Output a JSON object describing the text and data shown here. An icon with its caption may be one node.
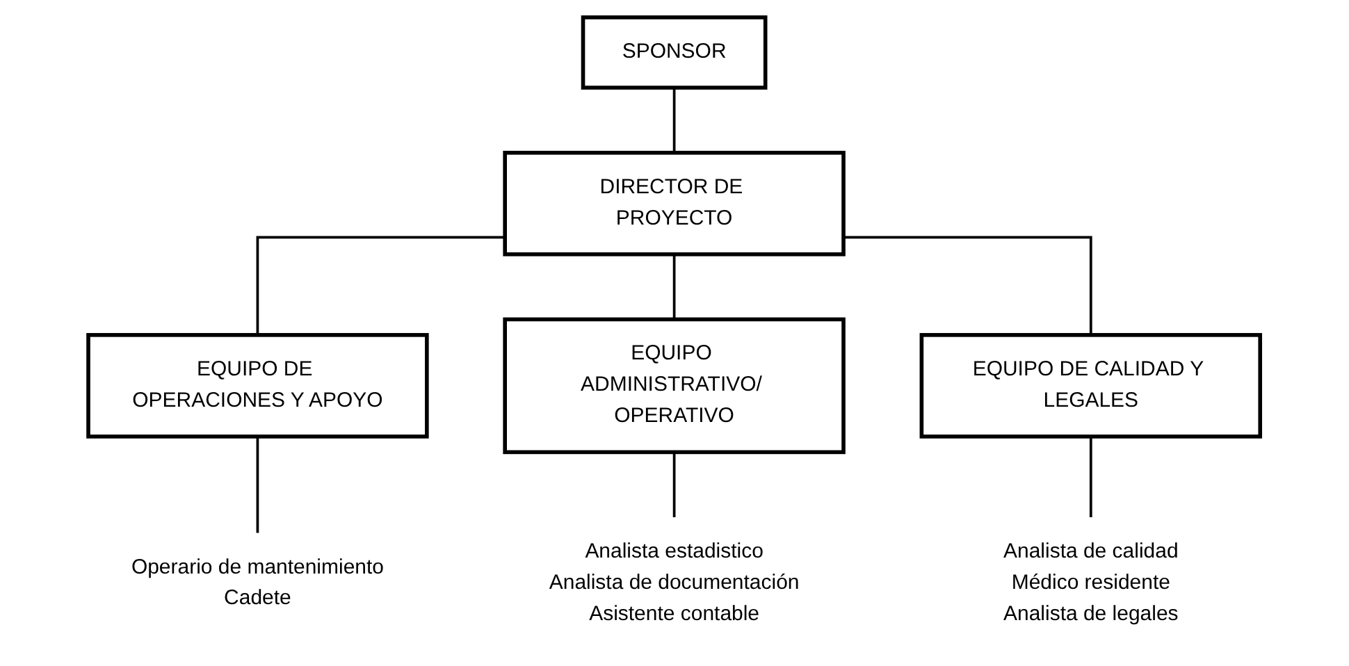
{
  "diagram": {
    "nodes": [
      {
        "text": [
          "SPONSOR"
        ]
      },
      {
        "text": [
          "DIRECTOR DE PROYECTO"
        ]
      },
      {
        "text": [
          "EQUIPO DE OPERACIONES Y APOYO"
        ]
      },
      {
        "text": [
          "EQUIPO ADMINISTRATIVO/ OPERATIVO"
        ]
      },
      {
        "text": [
          "EQUIPO DE CALIDAD Y LEGALES"
        ]
      },
      {
        "text": [
          "Operario de mantenimiento",
          "Cadete"
        ]
      },
      {
        "text": [
          "Analista estadistico",
          "Analista de documentación",
          "Asistente contable"
        ]
      },
      {
        "text": [
          "Analista de calidad",
          "Médico residente",
          "Analista de legales"
        ]
      }
    ],
    "edges": [
      {
        "from": 0,
        "to": 1,
        "arrow": "none"
      },
      {
        "from": 1,
        "to": 2,
        "arrow": "none"
      },
      {
        "from": 1,
        "to": 3,
        "arrow": "none"
      },
      {
        "from": 1,
        "to": 4,
        "arrow": "none"
      },
      {
        "from": 2,
        "to": 5,
        "arrow": "none"
      },
      {
        "from": 3,
        "to": 6,
        "arrow": "none"
      },
      {
        "from": 4,
        "to": 7,
        "arrow": "none"
      }
    ]
  }
}
